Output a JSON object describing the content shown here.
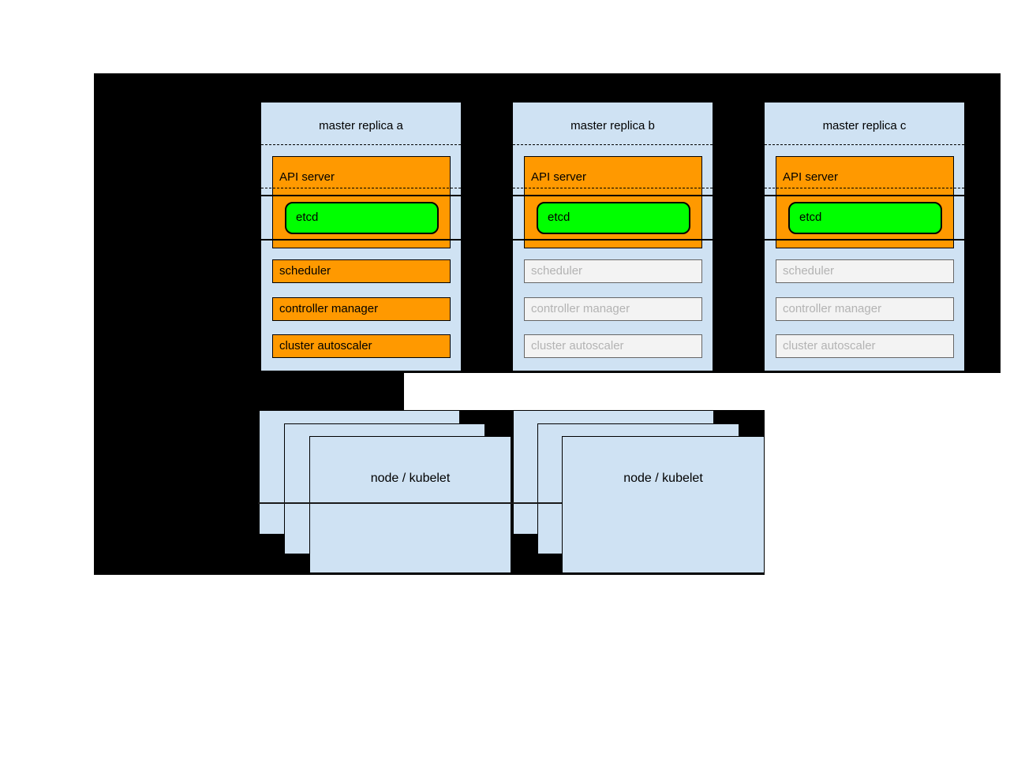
{
  "diagram": {
    "masters": [
      {
        "title": "master replica a",
        "active": true
      },
      {
        "title": "master replica b",
        "active": false
      },
      {
        "title": "master replica c",
        "active": false
      }
    ],
    "labels": {
      "api_server": "API server",
      "etcd": "etcd",
      "scheduler": "scheduler",
      "controller_manager": "controller manager",
      "cluster_autoscaler": "cluster autoscaler"
    },
    "nodes": [
      {
        "label": "node / kubelet"
      },
      {
        "label": "node / kubelet"
      }
    ],
    "colors": {
      "background_black": "#000000",
      "panel_blue": "#cfe2f3",
      "active_orange": "#ff9900",
      "etcd_green": "#00ff00",
      "inactive_fill": "#f3f3f3",
      "inactive_text": "#b3b3b3",
      "inactive_border": "#666666"
    }
  }
}
